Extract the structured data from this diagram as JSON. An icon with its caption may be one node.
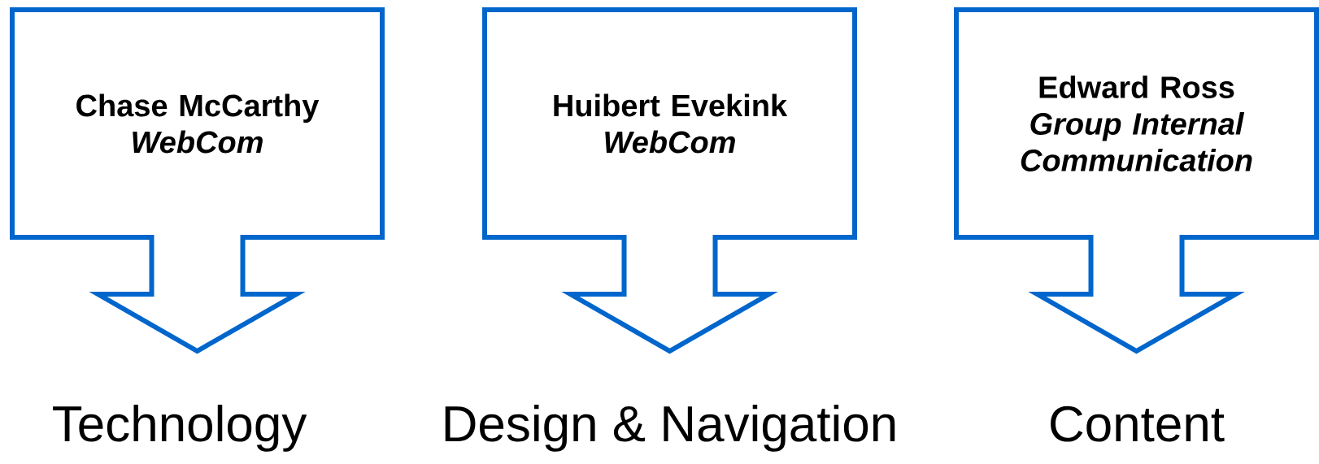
{
  "diagram": {
    "nodes": [
      {
        "text": [
          "Chase McCarthy",
          "WebCom"
        ],
        "beside": [
          "Technology"
        ]
      },
      {
        "text": [
          "Huibert Evekink",
          "WebCom"
        ],
        "beside": [
          "Design & Navigation"
        ]
      },
      {
        "text": [
          "Edward Ross",
          "Group Internal Communication"
        ],
        "beside": [
          "Content"
        ]
      }
    ]
  }
}
